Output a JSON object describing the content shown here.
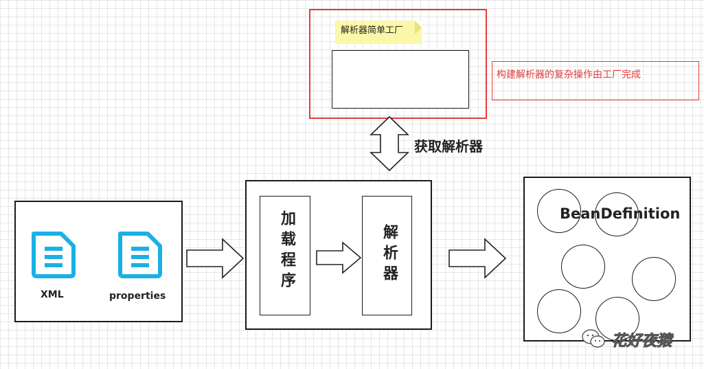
{
  "factory": {
    "note_title": "解析器简单工厂",
    "note_color": "#fbf7a8",
    "frame_color": "#e23b3b"
  },
  "factory_annotation": "构建解析器的复杂操作由工厂完成",
  "get_parser_label": "获取解析器",
  "files": [
    {
      "icon": "file-icon",
      "label": "XML",
      "color": "#1ab0e6"
    },
    {
      "icon": "file-icon",
      "label": "properties",
      "color": "#1ab0e6"
    }
  ],
  "loader_label": "加载程序",
  "parser_label": "解析器",
  "bean_definition_label": "BeanDefinition",
  "watermark": "花好夜猿"
}
